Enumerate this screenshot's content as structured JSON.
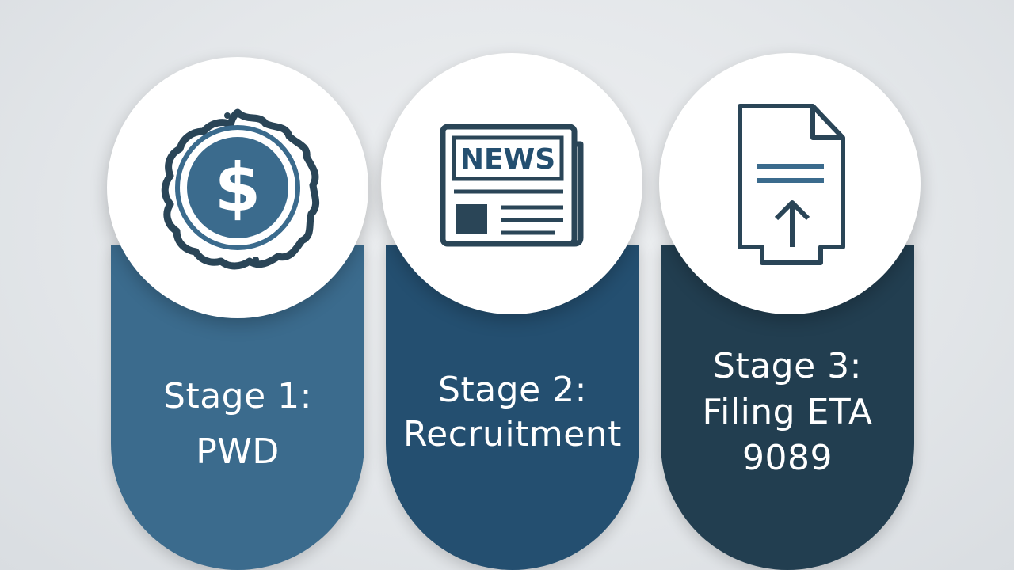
{
  "stages": [
    {
      "title": "Stage 1:",
      "subtitle": "PWD",
      "icon": "dollar-seal-icon",
      "color": "#3b6b8d"
    },
    {
      "title": "Stage 2:",
      "subtitle": "Recruitment",
      "icon": "newspaper-icon",
      "icon_text": "NEWS",
      "color": "#244f70"
    },
    {
      "title": "Stage 3:",
      "subtitle_line1": "Filing ETA",
      "subtitle_line2": "9089",
      "icon": "document-upload-icon",
      "color": "#223e50"
    }
  ]
}
